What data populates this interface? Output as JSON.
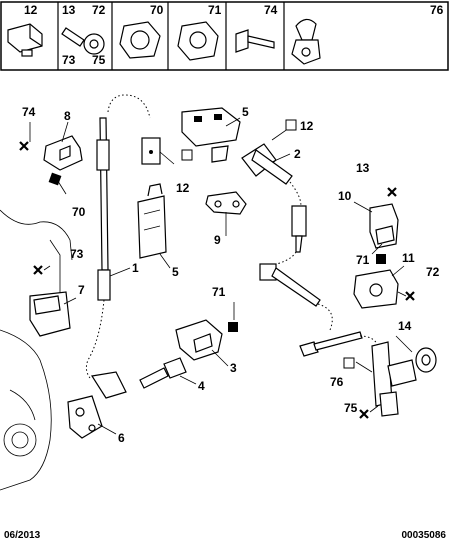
{
  "legend": {
    "cells": [
      {
        "top": "12"
      },
      {
        "top_left": "13",
        "top_right": "72",
        "bottom_left": "73",
        "bottom_right": "75"
      },
      {
        "top": "70"
      },
      {
        "top": "71"
      },
      {
        "top": "74"
      },
      {
        "top": "76"
      }
    ]
  },
  "callouts": [
    "1",
    "2",
    "3",
    "4",
    "5",
    "5",
    "6",
    "7",
    "8",
    "9",
    "10",
    "11",
    "12",
    "12",
    "13",
    "14",
    "70",
    "71",
    "71",
    "72",
    "73",
    "74",
    "75",
    "76"
  ],
  "footer": {
    "date": "06/2013",
    "reference": "00035086"
  }
}
